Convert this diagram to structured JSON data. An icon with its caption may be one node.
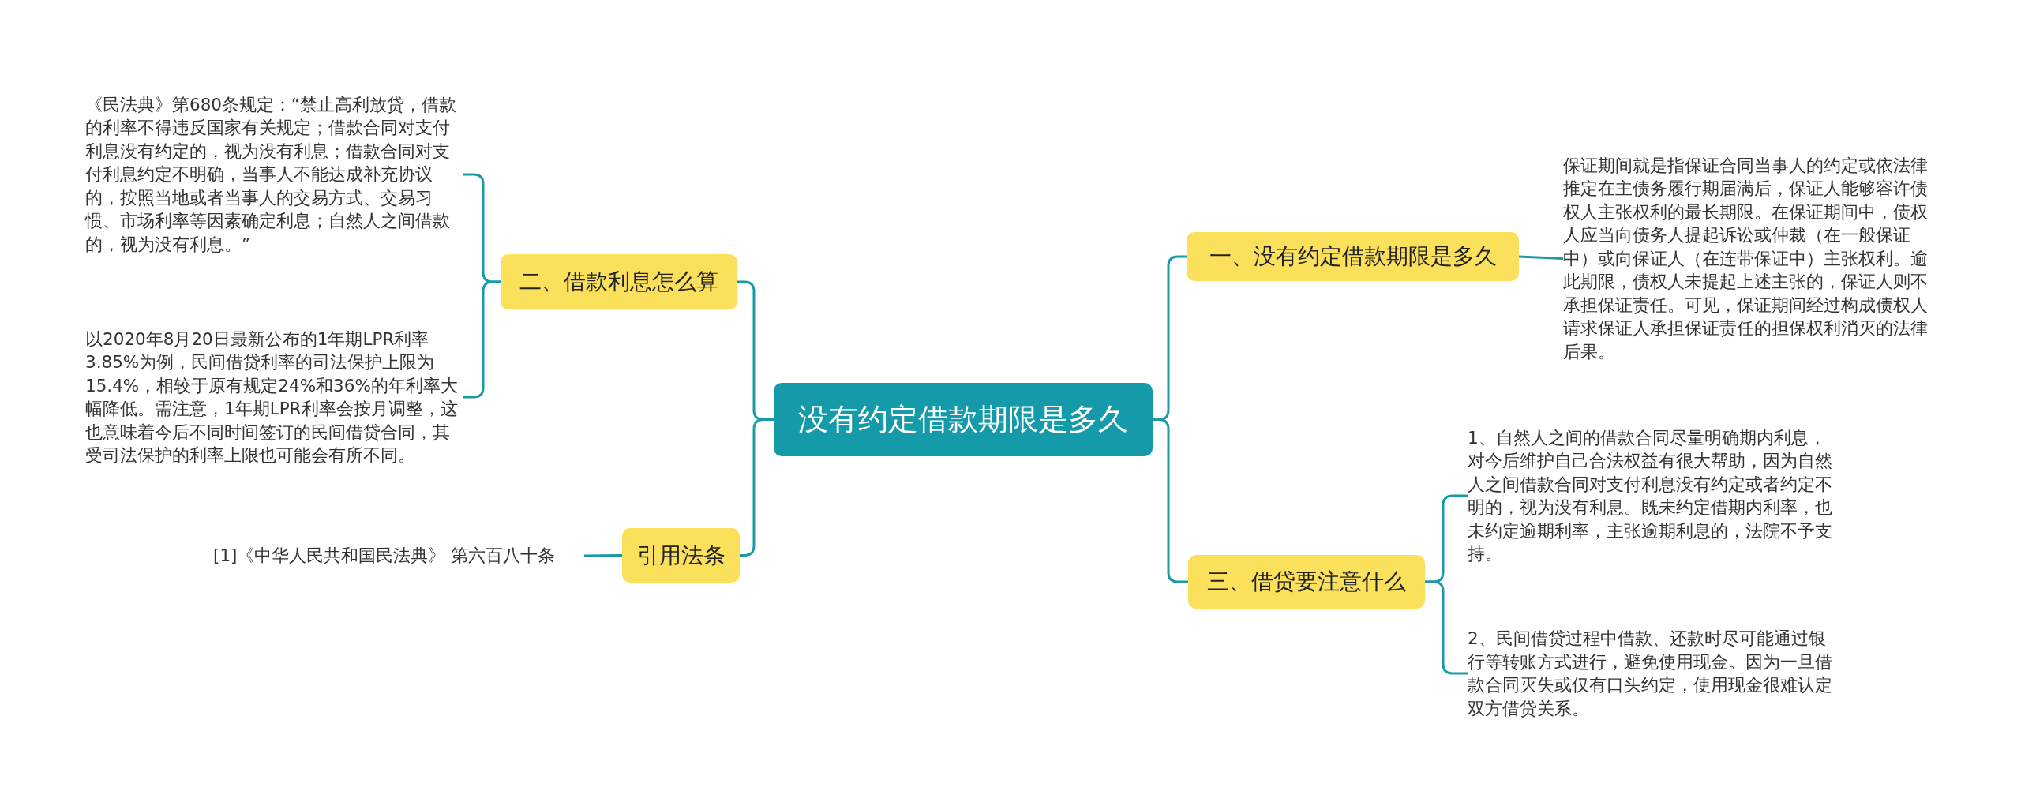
{
  "diagram": {
    "nodes": [
      {
        "text": [
          "没有约定借款期限是多久"
        ]
      },
      {
        "text": [
          "一、没有约定借款期限是多久"
        ]
      },
      {
        "text": [
          "保证期间就是指保证合同当事人的约定或依法律推定在主债务履行期届满后，保证人能够容许债权人主张权利的最长期限。在保证期间中，债权人应当向债务人提起诉讼或仲裁（在一般保证中）或向保证人（在连带保证中）主张权利。逾此期限，债权人未提起上述主张的，保证人则不承担保证责任。可见，保证期间经过构成债权人请求保证人承担保证责任的担保权利消灭的法律后果。"
        ]
      },
      {
        "text": [
          "三、借贷要注意什么"
        ]
      },
      {
        "text": [
          "1、自然人之间的借款合同尽量明确期内利息，对今后维护自己合法权益有很大帮助，因为自然人之间借款合同对支付利息没有约定或者约定不明的，视为没有利息。既未约定借期内利率，也未约定逾期利率，主张逾期利息的，法院不予支持。"
        ]
      },
      {
        "text": [
          "2、民间借贷过程中借款、还款时尽可能通过银行等转账方式进行，避免使用现金。因为一旦借款合同灭失或仅有口头约定，使用现金很难认定双方借贷关系。"
        ]
      },
      {
        "text": [
          "二、借款利息怎么算"
        ]
      },
      {
        "text": [
          "《民法典》第680条规定：“禁止高利放贷，借款的利率不得违反国家有关规定；借款合同对支付利息没有约定的，视为没有利息；借款合同对支付利息约定不明确，当事人不能达成补充协议的，按照当地或者当事人的交易方式、交易习惯、市场利率等因素确定利息；自然人之间借款的，视为没有利息。”"
        ]
      },
      {
        "text": [
          "以2020年8月20日最新公布的1年期LPR利率3.85%为例，民间借贷利率的司法保护上限为15.4%，相较于原有规定24%和36%的年利率大幅降低。需注意，1年期LPR利率会按月调整，这也意味着今后不同时间签订的民间借贷合同，其受司法保护的利率上限也可能会有所不同。"
        ]
      },
      {
        "text": [
          "引用法条"
        ]
      },
      {
        "text": [
          "[1]《中华人民共和国民法典》 第六百八十条"
        ]
      }
    ],
    "edges": [
      {
        "from": 0,
        "to": 1,
        "arrow": "none"
      },
      {
        "from": 1,
        "to": 2,
        "arrow": "none"
      },
      {
        "from": 0,
        "to": 3,
        "arrow": "none"
      },
      {
        "from": 3,
        "to": 4,
        "arrow": "none"
      },
      {
        "from": 3,
        "to": 5,
        "arrow": "none"
      },
      {
        "from": 0,
        "to": 6,
        "arrow": "none"
      },
      {
        "from": 6,
        "to": 7,
        "arrow": "none"
      },
      {
        "from": 6,
        "to": 8,
        "arrow": "none"
      },
      {
        "from": 0,
        "to": 9,
        "arrow": "none"
      },
      {
        "from": 9,
        "to": 10,
        "arrow": "none"
      }
    ]
  }
}
